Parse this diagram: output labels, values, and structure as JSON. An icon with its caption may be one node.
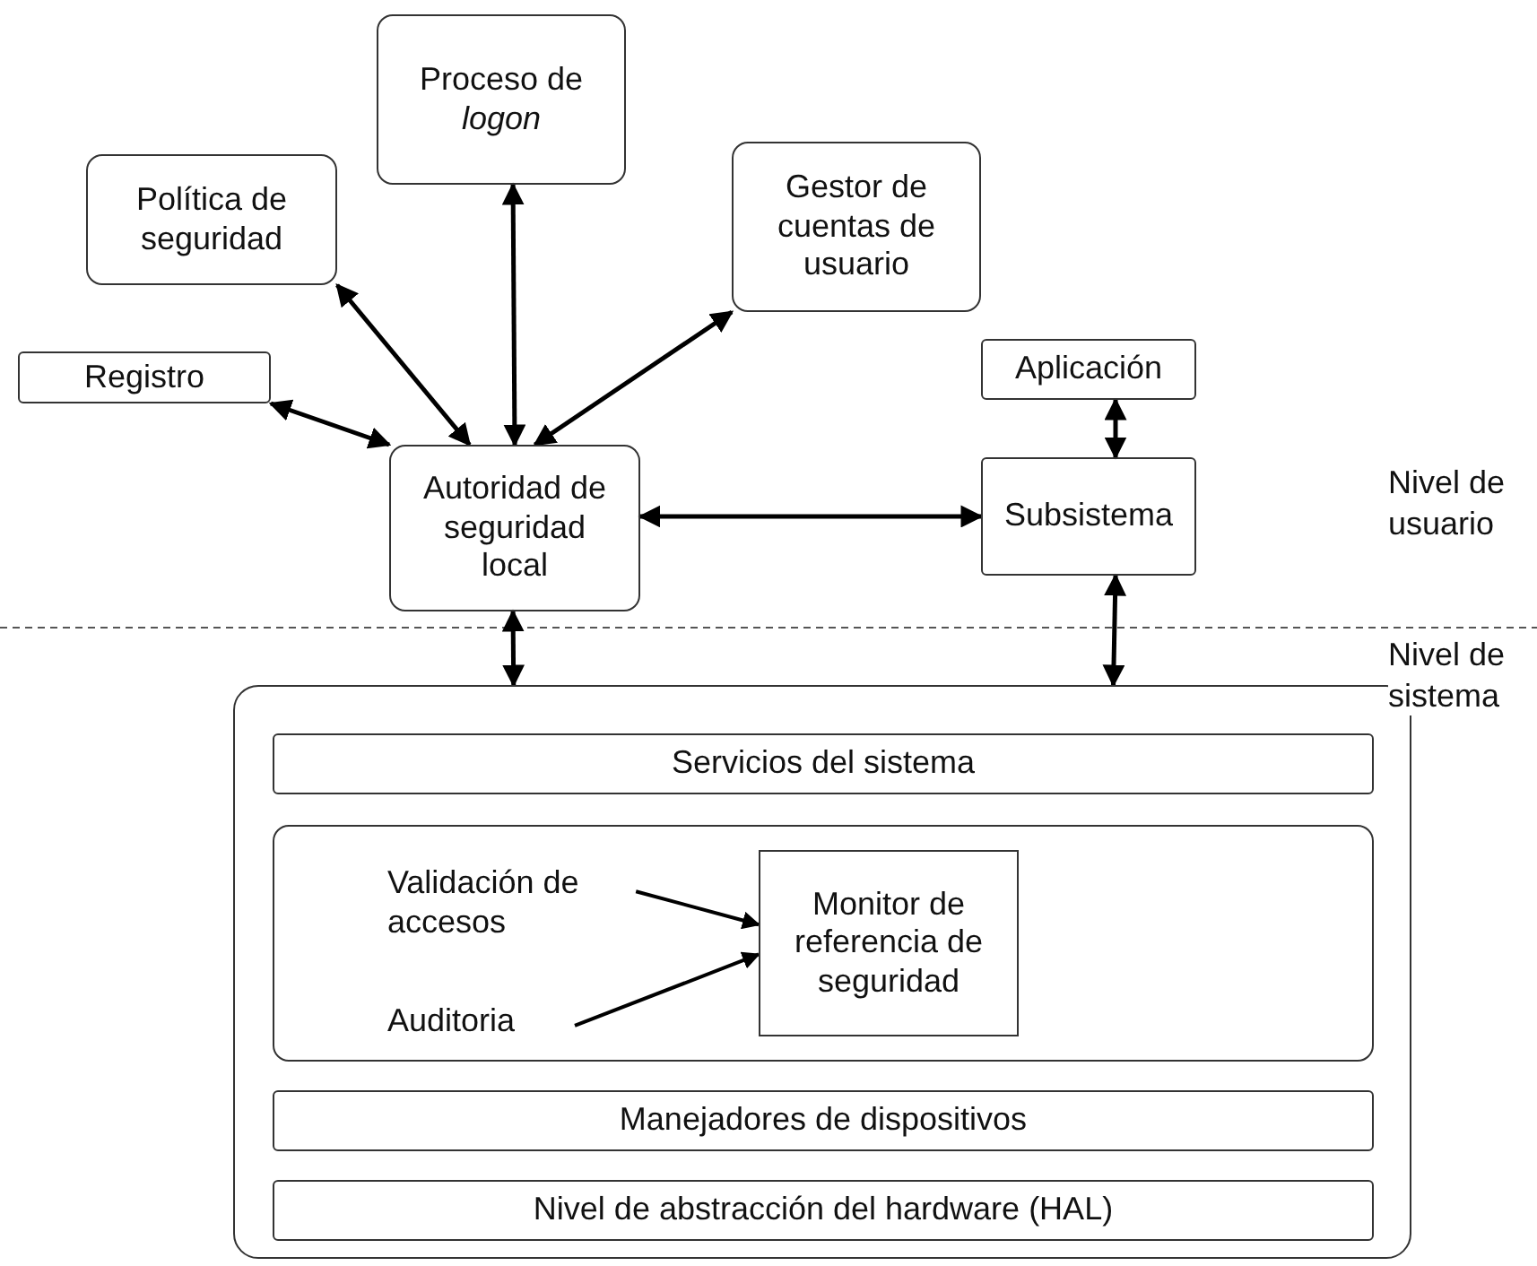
{
  "diagram": {
    "nodes": [
      {
        "text": [
          "Proceso de *logon*"
        ]
      },
      {
        "text": [
          "Política de seguridad"
        ]
      },
      {
        "text": [
          "Gestor de cuentas de usuario"
        ]
      },
      {
        "text": [
          "Registro"
        ]
      },
      {
        "text": [
          "Aplicación"
        ]
      },
      {
        "text": [
          "Autoridad de seguridad local"
        ]
      },
      {
        "text": [
          "Subsistema"
        ]
      },
      {
        "text": [],
        "shape": "box"
      },
      {
        "text": [
          "Servicios del sistema"
        ],
        "in": 7
      },
      {
        "text": [],
        "shape": "box",
        "in": 7
      },
      {
        "text": [
          "Validación de accesos"
        ],
        "in": 9
      },
      {
        "text": [
          "Auditoria"
        ],
        "in": 9
      },
      {
        "text": [
          "Monitor de referencia de seguridad"
        ],
        "in": 9
      },
      {
        "text": [
          "Manejadores de dispositivos"
        ],
        "in": 7
      },
      {
        "text": [
          "Nivel de abstracción del hardware (HAL)"
        ],
        "in": 7
      }
    ],
    "edges": [
      {
        "from": 5,
        "to": 0,
        "arrow": "both"
      },
      {
        "from": 5,
        "to": 1,
        "arrow": "both"
      },
      {
        "from": 5,
        "to": 2,
        "arrow": "both"
      },
      {
        "from": 5,
        "to": 3,
        "arrow": "both"
      },
      {
        "from": 5,
        "to": 6,
        "arrow": "both"
      },
      {
        "from": 6,
        "to": 4,
        "arrow": "both"
      },
      {
        "from": 5,
        "to": 7,
        "arrow": "both"
      },
      {
        "from": 6,
        "to": 7,
        "arrow": "both"
      },
      {
        "from": 10,
        "to": 12,
        "arrow": "to"
      },
      {
        "from": 11,
        "to": 12,
        "arrow": "to"
      }
    ],
    "labels": [
      "Nivel de usuario",
      "Nivel de sistema"
    ]
  }
}
